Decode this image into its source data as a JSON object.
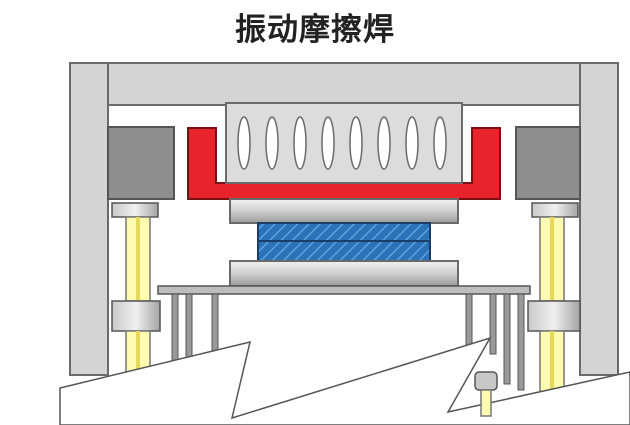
{
  "title": "振动摩擦焊",
  "colors": {
    "frame": "#d4d4d4",
    "frame_stroke": "#6a6a6a",
    "block_dark": "#8e8e8e",
    "clamp_red": "#e8232b",
    "actuator_fill": "#dcdcdc",
    "part_blue": "#2a73b8",
    "column_yellow": "#fffbb0",
    "column_gray": "#a8a8a8"
  },
  "icons": [
    "vibration-head",
    "upper-clamp",
    "lower-platen",
    "workpieces",
    "guide-column",
    "lift-table",
    "bolt"
  ]
}
